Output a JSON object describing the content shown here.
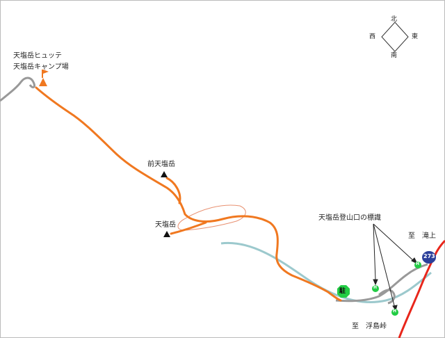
{
  "compass": {
    "north": "北",
    "south": "南",
    "east": "東",
    "west": "西"
  },
  "huts": [
    "天塩岳ヒュッテ",
    "天塩岳キャンプ場"
  ],
  "peaks": {
    "mae": "前天塩岳",
    "main": "天塩岳"
  },
  "trailhead_label": "天塩岳登山口の標識",
  "destinations": {
    "takinoue": "至　滝上",
    "ukishima": "至　浮島峠"
  },
  "route_shield": "273",
  "parking_symbol": "駐",
  "marker_letter": "H",
  "colors": {
    "trail": "#f07820",
    "road": "#999999",
    "highway": "#e8261b",
    "river": "#9cc9cd",
    "shield": "#2b3f9a",
    "marker": "#22cc44",
    "faint_trail": "#e89070"
  }
}
